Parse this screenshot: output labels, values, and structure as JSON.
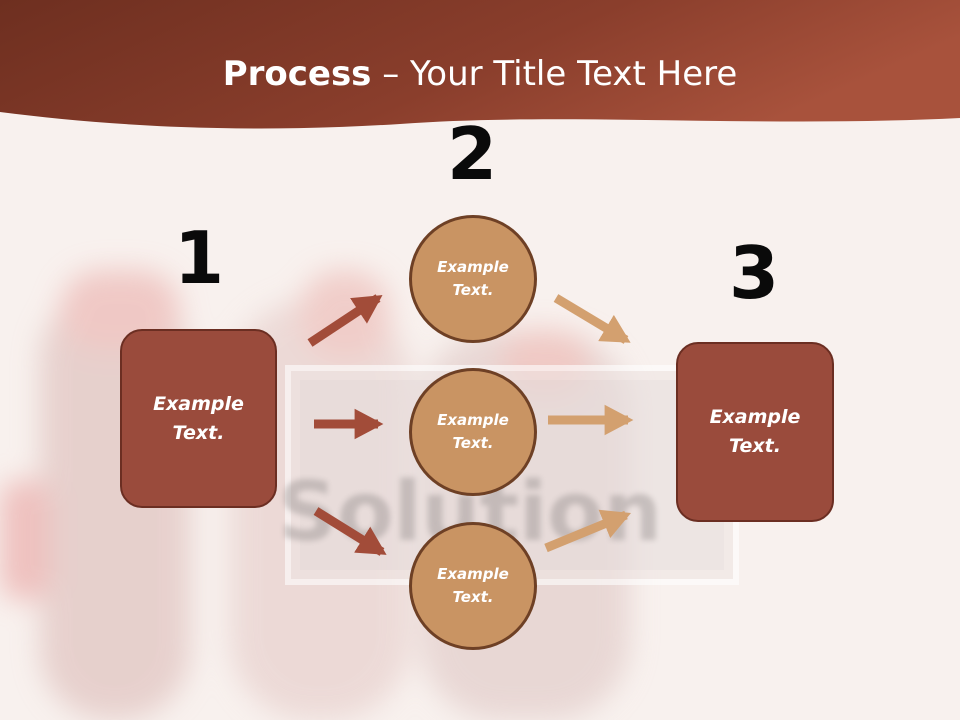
{
  "title": {
    "bold": "Process",
    "rest": " – Your Title Text Here"
  },
  "background_word": "Solution",
  "steps": [
    {
      "number": "1",
      "text_line1": "Example",
      "text_line2": "Text."
    },
    {
      "number": "2",
      "text_line1": "Example",
      "text_line2": "Text."
    },
    {
      "number": "3",
      "text_line1": "Example",
      "text_line2": "Text."
    }
  ],
  "circles": [
    {
      "text_line1": "Example",
      "text_line2": "Text."
    },
    {
      "text_line1": "Example",
      "text_line2": "Text."
    },
    {
      "text_line1": "Example",
      "text_line2": "Text."
    }
  ],
  "colors": {
    "header": "#8a3e2c",
    "box_fill": "#9a4b3c",
    "circle_fill": "#c99463",
    "arrow_dark": "#a24c39",
    "arrow_light": "#d3a06f"
  }
}
